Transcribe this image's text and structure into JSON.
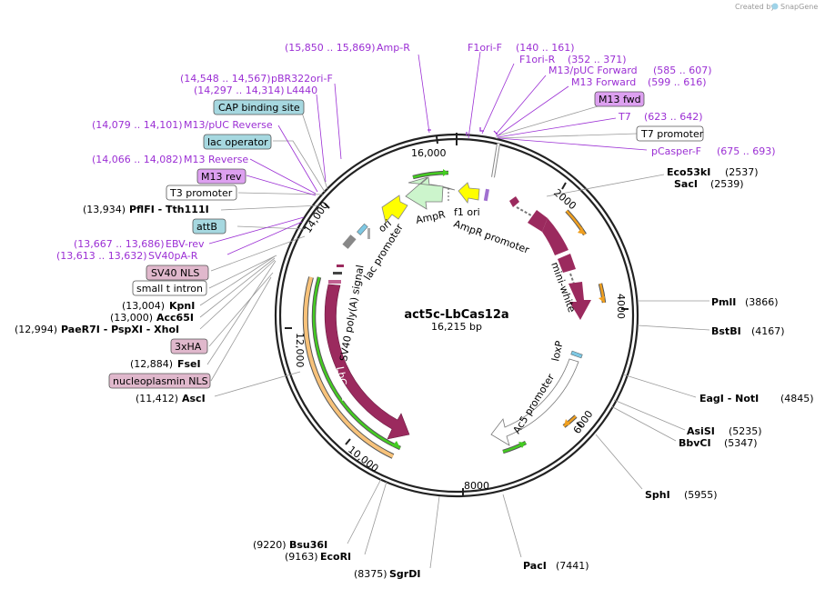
{
  "plasmid": {
    "name": "act5c-LbCas12a",
    "length_label": "16,215 bp"
  },
  "credit": {
    "text": "Created by",
    "brand": "SnapGene"
  },
  "ticks": [
    "2000",
    "4000",
    "6000",
    "8000",
    "10,000",
    "12,000",
    "14,000",
    "16,000"
  ],
  "enzymes": [
    {
      "name": "Eco53kI",
      "pos": "(2537)"
    },
    {
      "name": "SacI",
      "pos": "(2539)"
    },
    {
      "name": "PmlI",
      "pos": "(3866)"
    },
    {
      "name": "BstBI",
      "pos": "(4167)"
    },
    {
      "name": "EagI  -  NotI",
      "pos": "(4845)"
    },
    {
      "name": "AsiSI",
      "pos": "(5235)"
    },
    {
      "name": "BbvCI",
      "pos": "(5347)"
    },
    {
      "name": "SphI",
      "pos": "(5955)"
    },
    {
      "name": "PacI",
      "pos": "(7441)"
    },
    {
      "name": "SgrDI",
      "pos": "(8375)"
    },
    {
      "name": "EcoRI",
      "pos": "(9163)"
    },
    {
      "name": "Bsu36I",
      "pos": "(9220)"
    },
    {
      "name": "AscI",
      "pos": "(11,412)"
    },
    {
      "name": "FseI",
      "pos": "(12,884)"
    },
    {
      "name": "PaeR7I  -  PspXI  -  XhoI",
      "pos": "(12,994)"
    },
    {
      "name": "Acc65I",
      "pos": "(13,000)"
    },
    {
      "name": "KpnI",
      "pos": "(13,004)"
    },
    {
      "name": "PflFI  -  Tth111I",
      "pos": "(13,934)"
    }
  ],
  "primers": [
    {
      "name": "Amp-R",
      "pos": "(15,850 .. 15,869)"
    },
    {
      "name": "F1ori-F",
      "pos": "(140 .. 161)"
    },
    {
      "name": "F1ori-R",
      "pos": "(352 .. 371)"
    },
    {
      "name": "M13/pUC Forward",
      "pos": "(585 .. 607)"
    },
    {
      "name": "M13 Forward",
      "pos": "(599 .. 616)"
    },
    {
      "name": "T7",
      "pos": "(623 .. 642)"
    },
    {
      "name": "pCasper-F",
      "pos": "(675 .. 693)"
    },
    {
      "name": "pBR322ori-F",
      "pos": "(14,548 .. 14,567)"
    },
    {
      "name": "L4440",
      "pos": "(14,297 .. 14,314)"
    },
    {
      "name": "M13/pUC Reverse",
      "pos": "(14,079 .. 14,101)"
    },
    {
      "name": "M13 Reverse",
      "pos": "(14,066 .. 14,082)"
    },
    {
      "name": "EBV-rev",
      "pos": "(13,667 .. 13,686)"
    },
    {
      "name": "SV40pA-R",
      "pos": "(13,613 .. 13,632)"
    }
  ],
  "boxed_labels": {
    "m13_fwd": "M13 fwd",
    "t7_promoter": "T7 promoter",
    "cap_binding": "CAP binding site",
    "lac_operator": "lac operator",
    "m13_rev": "M13 rev",
    "t3_promoter": "T3 promoter",
    "attb": "attB",
    "sv40_nls": "SV40 NLS",
    "small_t_intron": "small t intron",
    "three_ha": "3xHA",
    "nucleoplasmin_nls": "nucleoplasmin NLS"
  },
  "features": {
    "f1_ori": "f1 ori",
    "ampr_promoter": "AmpR promoter",
    "ampr": "AmpR",
    "ori": "ori",
    "lac_promoter": "lac promoter",
    "mini_white": "mini-white",
    "loxp": "loxP",
    "ac5_promoter": "Ac5 promoter",
    "sv40_polya": "SV40 poly(A) signal",
    "lbcpf1": "LbCpf1"
  },
  "colors": {
    "backbone": "#222222",
    "primer": "#9b2fd4",
    "cds": "#9b2a5e",
    "promoter": "#ffffff",
    "ori": "#ffff00",
    "ampr": "#ccf5cc",
    "arc_orange": "#f0a020",
    "arc_green": "#44cc22",
    "box_cyan": "#a6d8e0",
    "box_pink": "#e0b8cc",
    "box_purple": "#dda0f0"
  }
}
